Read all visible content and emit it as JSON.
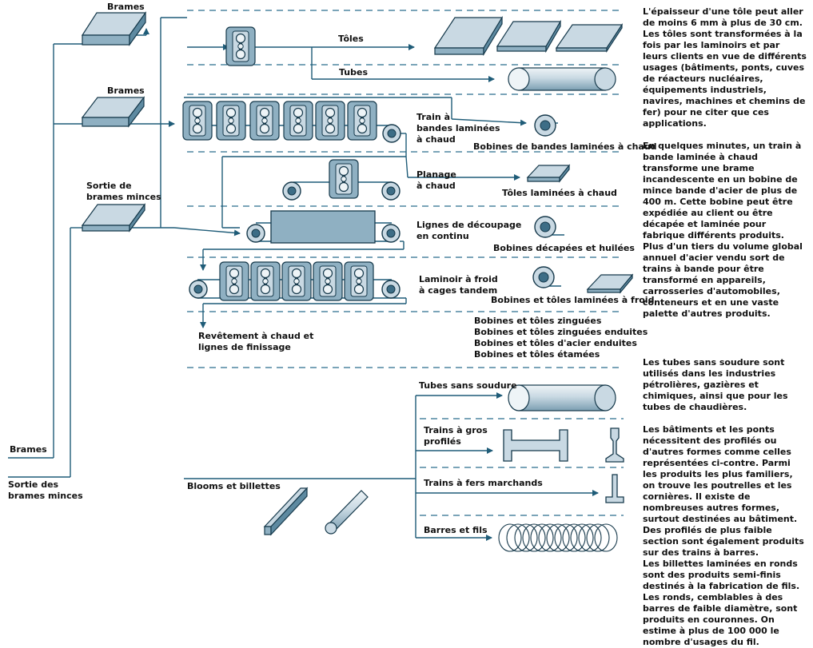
{
  "labels": {
    "brames_top": "Brames",
    "brames_mid": "Brames",
    "sortie_brames_minces": "Sortie de\nbrames minces",
    "toles": "Tôles",
    "tubes": "Tubes",
    "train_bandes": "Train à\nbandes laminées\nà chaud",
    "bobines_bandes": "Bobines de bandes laminées à chaud",
    "planage": "Planage\nà chaud",
    "toles_laminees": "Tôles laminées à chaud",
    "lignes_decoupage": "Lignes de découpage\nen continu",
    "bobines_decapees": "Bobines décapées et huilées",
    "laminoir_froid": "Laminoir à froid\nà cages tandem",
    "bobines_toles_froid": "Bobines et tôles laminées à froid",
    "revetement": "Revêtement à chaud et\nlignes de finissage",
    "bobines_list": "Bobines et tôles zinguées\nBobines et tôles zinguées enduites\nBobines et tôles d'acier enduites\nBobines et tôles étamées",
    "brames_left": "Brames",
    "sortie_des_brames": "Sortie des\nbrames minces",
    "blooms": "Blooms et billettes",
    "tubes_sans_soudure": "Tubes sans soudure",
    "trains_gros": "Trains à gros\nprofilés",
    "trains_fers": "Trains à fers marchands",
    "barres_fils": "Barres et fils"
  },
  "paragraphs": {
    "p1": "L'épaisseur d'une tôle peut aller de moins 6 mm à plus de 30 cm. Les tôles sont transformées à la fois par les laminoirs et par leurs clients en vue de différents usages (bâtiments, ponts, cuves de réacteurs nucléaires, équipements industriels, navires, machines et chemins de fer) pour ne citer que ces applications.",
    "p2": "En quelques minutes, un train à bande laminée à chaud transforme une brame incandescente en un bobine de mince bande d'acier de plus de 400 m. Cette bobine peut être expédiée au client ou être décapée et laminée pour fabrique différents produits. Plus d'un tiers du volume global annuel d'acier vendu sort de trains à bande  pour être transformé en appareils, carrosseries d'automobiles, conteneurs et en une vaste palette d'autres produits.",
    "p3": "Les tubes sans soudure sont utilisés dans les industries pétrolières, gazières et chimiques, ainsi que pour les tubes de chaudières.",
    "p4": "Les bâtiments et les ponts nécessitent des profilés ou d'autres formes comme celles représentées ci-contre. Parmi les produits les plus familiers, on trouve les poutrelles et les cornières. Il existe de nombreuses autres formes, surtout destinées au bâtiment. Des profilés de plus faible section sont également produits sur des trains à barres.",
    "p5": "Les billettes laminées en ronds sont des produits semi-finis destinés à la fabrication de fils. Les ronds, cemblables à des barres de faible diamètre, sont produits en couronnes. On estime à plus de 100 000 le nombre d'usages du fil."
  },
  "colors": {
    "line": "#1f5c78",
    "dash": "#2a6e8e",
    "fill_light": "#c9d9e3",
    "fill_mid": "#8fb0c2",
    "fill_dark": "#3d6d86",
    "outline": "#16394b"
  },
  "icons": [
    "slab-icon",
    "plate-icon",
    "tube-icon",
    "coil-icon",
    "roll-stand-icon",
    "roller-icon",
    "h-beam-icon",
    "rail-icon",
    "t-section-icon",
    "wire-coil-icon",
    "square-bar-icon",
    "round-bar-icon"
  ]
}
